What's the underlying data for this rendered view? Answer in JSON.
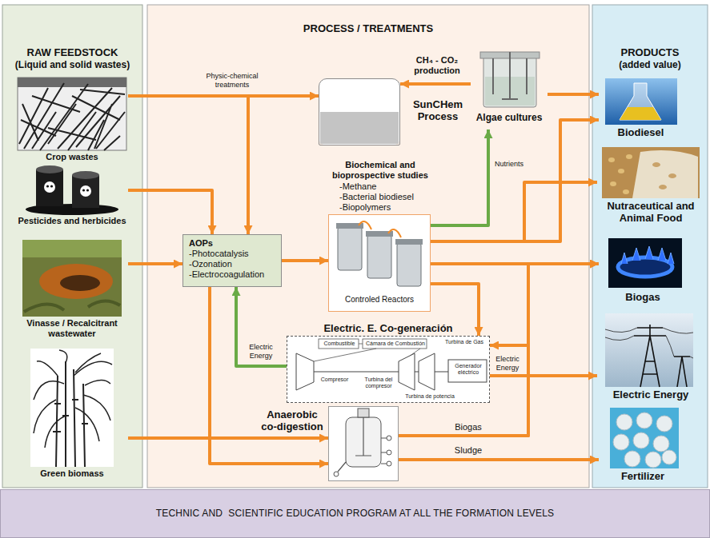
{
  "diagram": {
    "nodes": [
      {
        "text": [
          "RAW FEEDSTOCK",
          "(Liquid and solid wastes)"
        ]
      },
      {
        "text": [
          "Crop wastes"
        ],
        "in": 0
      },
      {
        "text": [
          "Pesticides and herbicides"
        ],
        "in": 0
      },
      {
        "text": [
          "Vinasse / Recalcitrant wastewater"
        ],
        "in": 0
      },
      {
        "text": [
          "Green biomass"
        ],
        "in": 0
      },
      {
        "text": [
          "PROCESS / TREATMENTS"
        ]
      },
      {
        "text": [
          "SunCHem Process"
        ],
        "in": 5
      },
      {
        "text": [
          "Algae cultures"
        ],
        "in": 5
      },
      {
        "text": [
          "AOPs",
          "-Photocatalysis",
          "-Ozonation",
          "-Electrocoagulation"
        ],
        "in": 5
      },
      {
        "text": [
          "Biochemical and bioprospective studies",
          "-Methane",
          "-Bacterial biodiesel",
          "-Biopolymers",
          "Controled Reactors"
        ],
        "in": 5
      },
      {
        "text": [
          "Electric. E. Co-generación"
        ],
        "in": 5
      },
      {
        "text": [
          "Anaerobic co-digestion"
        ],
        "in": 5
      },
      {
        "text": [
          "PRODUCTS",
          "(added value)"
        ]
      },
      {
        "text": [
          "Biodiesel"
        ],
        "in": 12
      },
      {
        "text": [
          "Nutraceutical and Animal Food"
        ],
        "in": 12
      },
      {
        "text": [
          "Biogas"
        ],
        "in": 12
      },
      {
        "text": [
          "Electric Energy"
        ],
        "in": 12
      },
      {
        "text": [
          "Fertilizer"
        ],
        "in": 12
      },
      {
        "text": [
          "TECHNIC AND  SCIENTIFIC EDUCATION PROGRAM AT ALL THE FORMATION LEVELS"
        ]
      }
    ],
    "edges": [
      {
        "from": 1,
        "to": 6,
        "arrow": "to",
        "label": "Physic-chemical treatments"
      },
      {
        "from": 1,
        "to": 8,
        "arrow": "to"
      },
      {
        "from": 2,
        "to": 8,
        "arrow": "to"
      },
      {
        "from": 3,
        "to": 8,
        "arrow": "to"
      },
      {
        "from": 4,
        "to": 11,
        "arrow": "to"
      },
      {
        "from": 7,
        "to": 6,
        "arrow": "to",
        "label": "CH₄ - CO₂ production"
      },
      {
        "from": 7,
        "to": 13,
        "arrow": "to"
      },
      {
        "from": 8,
        "to": 9,
        "arrow": "to"
      },
      {
        "from": 9,
        "to": 7,
        "arrow": "to",
        "label": "Nutrients"
      },
      {
        "from": 9,
        "to": 13,
        "arrow": "to"
      },
      {
        "from": 9,
        "to": 14,
        "arrow": "to"
      },
      {
        "from": 9,
        "to": 15,
        "arrow": "to"
      },
      {
        "from": 9,
        "to": 10,
        "arrow": "to"
      },
      {
        "from": 8,
        "to": 11,
        "arrow": "to"
      },
      {
        "from": 10,
        "to": 8,
        "arrow": "to",
        "label": "Electric Energy"
      },
      {
        "from": 10,
        "to": 16,
        "arrow": "to",
        "label": "Electric Energy"
      },
      {
        "from": 11,
        "to": 15,
        "arrow": "to",
        "label": "Biogas"
      },
      {
        "from": 11,
        "to": 10,
        "arrow": "to"
      },
      {
        "from": 11,
        "to": 17,
        "arrow": "to",
        "label": "Sludge"
      }
    ],
    "labels": [
      "Turbina de Gas",
      "Combustible",
      "Cámara de Combustión",
      "Compresor",
      "Turbina del compresor",
      "Turbina de potencia",
      "Generador eléctrico"
    ]
  }
}
